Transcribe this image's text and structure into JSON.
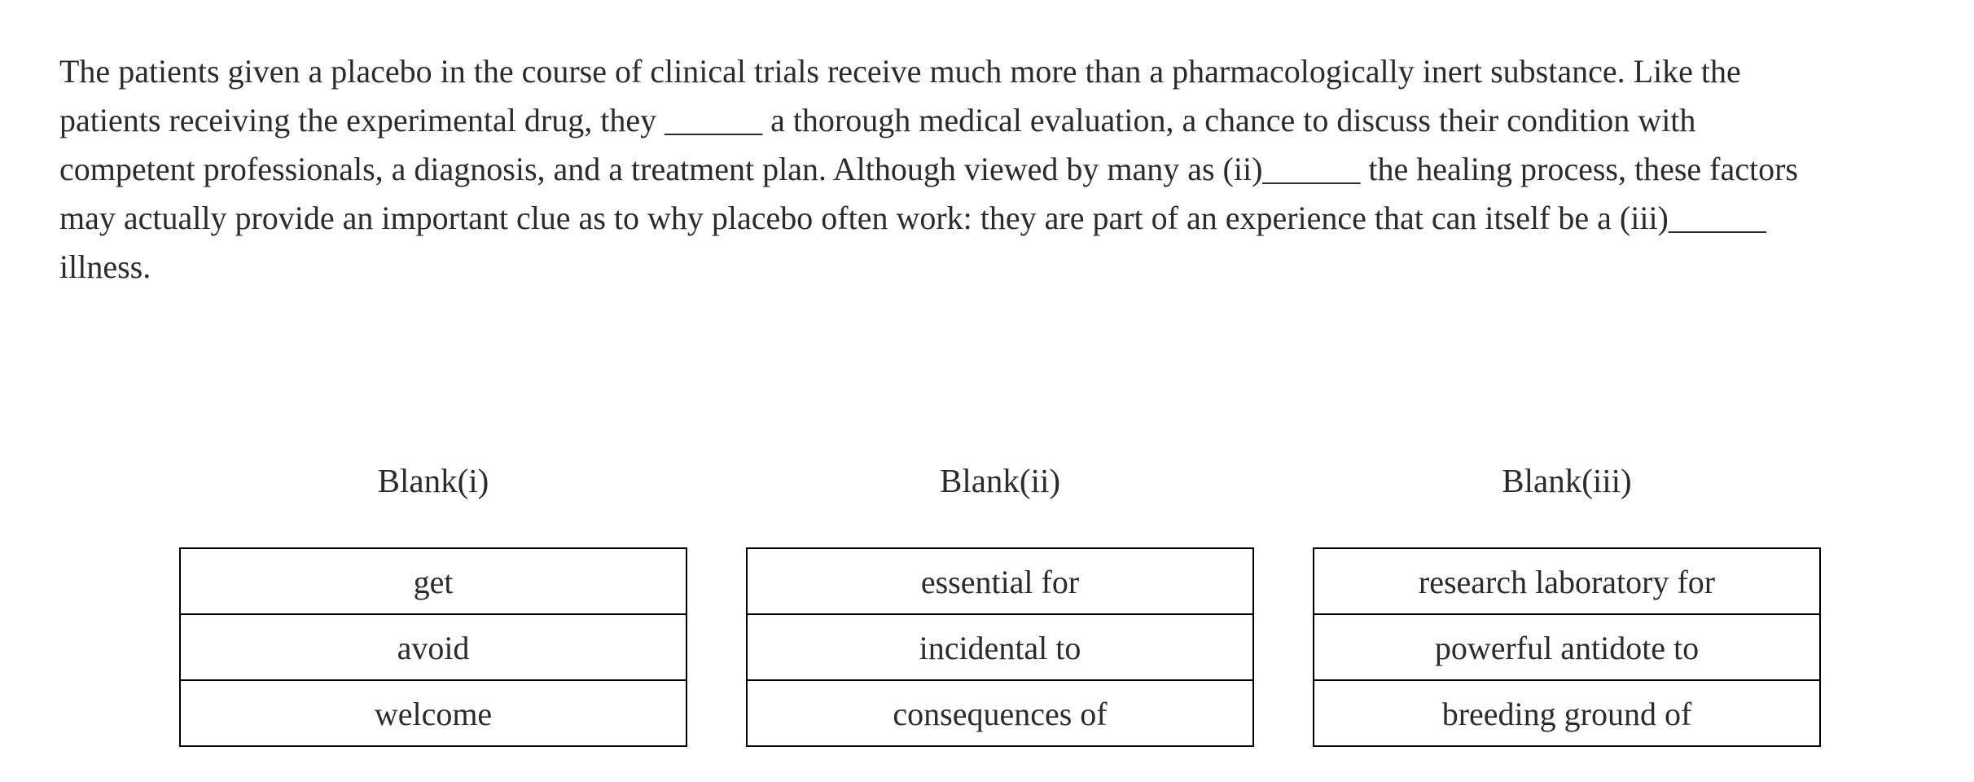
{
  "passage": {
    "lines": [
      "The patients given a placebo in the course of clinical trials receive much more than a pharmacologically inert substance. Like the",
      "patients receiving the experimental drug, they ______ a thorough medical evaluation, a chance to discuss their condition with",
      "competent professionals, a diagnosis, and a treatment plan. Although viewed by many as (ii)______ the healing process, these factors",
      "may actually provide an important clue as to why placebo often work: they are part of an experience that can itself be a (iii)______",
      "illness."
    ]
  },
  "blanks": [
    {
      "label": "Blank(i)",
      "options": [
        "get",
        "avoid",
        "welcome"
      ]
    },
    {
      "label": "Blank(ii)",
      "options": [
        "essential for",
        "incidental to",
        "consequences of"
      ]
    },
    {
      "label": "Blank(iii)",
      "options": [
        "research laboratory for",
        "powerful antidote to",
        "breeding ground of"
      ]
    }
  ]
}
